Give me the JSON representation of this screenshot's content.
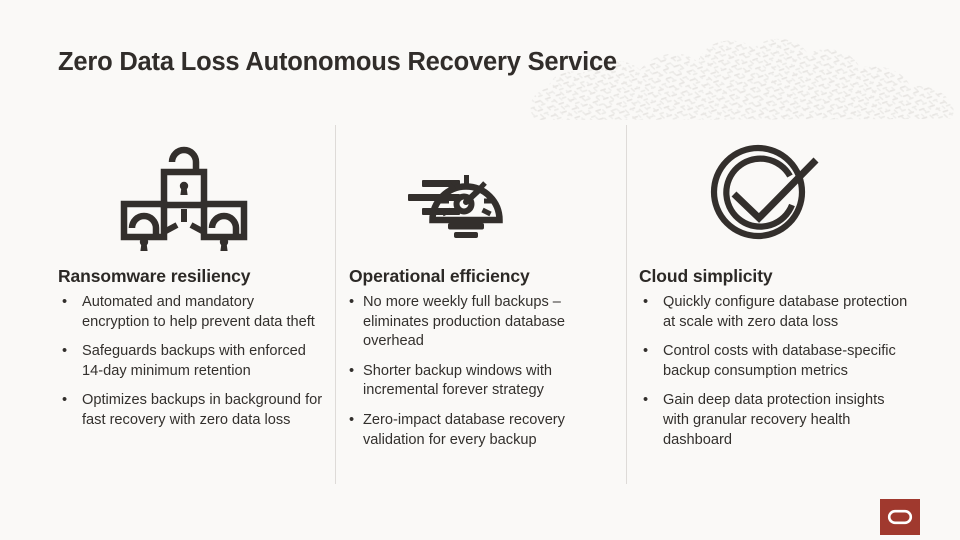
{
  "slide": {
    "title": "Zero Data Loss Autonomous Recovery Service",
    "background_color": "#faf9f7",
    "title_color": "#312d2a",
    "divider_color": "#dedbd8",
    "cloud_decoration": "cloud-texture-decoration"
  },
  "columns": [
    {
      "icon": "connected-padlocks-icon",
      "heading": "Ransomware resiliency",
      "bullet_char": "•",
      "bullets": [
        "Automated and mandatory encryption to help prevent data theft",
        "Safeguards backups with enforced 14-day minimum retention",
        "Optimizes backups in background for fast recovery with zero data loss"
      ]
    },
    {
      "icon": "speedometer-gauge-icon",
      "heading": "Operational efficiency",
      "bullet_char": "•",
      "bullets": [
        "No more weekly full backups – eliminates production database overhead",
        "Shorter backup windows with incremental forever strategy",
        "Zero-impact database recovery validation for every backup"
      ]
    },
    {
      "icon": "circled-checkmark-icon",
      "heading": "Cloud simplicity",
      "bullet_char": "•",
      "bullets": [
        "Quickly configure database protection at scale with zero data loss",
        "Control costs with database-specific backup consumption metrics",
        "Gain deep data protection insights with granular recovery health dashboard"
      ]
    }
  ],
  "logo": {
    "name": "oracle-logo",
    "badge_color": "#a0392e",
    "mark_color": "#ffffff"
  }
}
